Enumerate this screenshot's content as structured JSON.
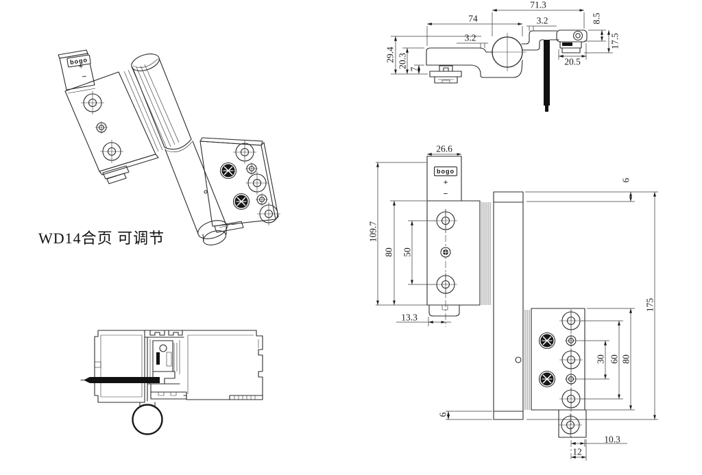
{
  "title": "WD14合页 可调节",
  "brand": {
    "logo": "bogo",
    "adjust_plus": "+",
    "adjust_minus": "−"
  },
  "views": {
    "top_section": {
      "dims": {
        "w_overall_right": "71.3",
        "w_left": "74",
        "gap_left": "3.2",
        "gap_right": "3.2",
        "h_right_top": "8.5",
        "h_right": "17.5",
        "w_clamp_right": "20.5",
        "h_left_outer": "29.4",
        "h_left_mid": "20.3",
        "h_left_inner": "7"
      }
    },
    "front": {
      "dims": {
        "w_top_plate": "26.6",
        "h_upper_total": "109.7",
        "h_upper_leaf": "80",
        "screw_spacing_upper": "50",
        "offset_tab_upper": "13.3",
        "cap_top": "6",
        "cap_bottom": "6",
        "h_barrel": "175",
        "spacing_small": "30",
        "spacing_mid": "60",
        "h_lower_leaf": "80",
        "offset_tab_lower": "10.3",
        "w_tab_lower": "12"
      }
    }
  }
}
